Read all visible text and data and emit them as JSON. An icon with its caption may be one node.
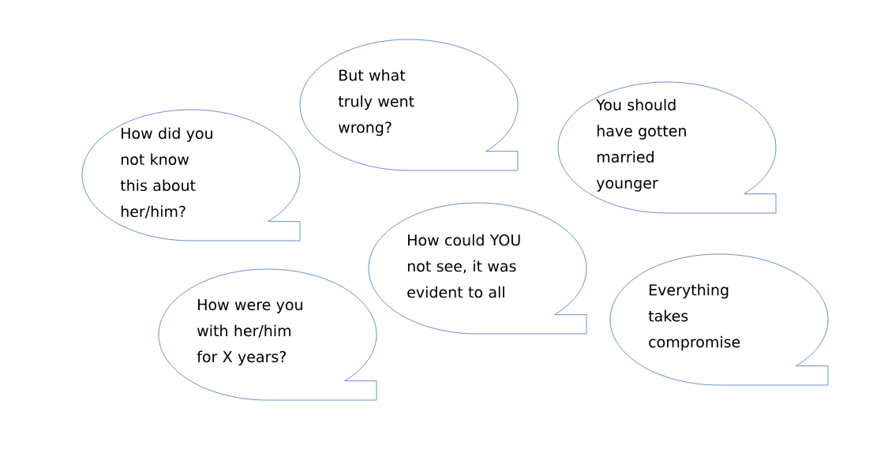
{
  "diagram": {
    "nodes": [
      {
        "text": [
          "How did you not know this about her/him?"
        ]
      },
      {
        "text": [
          "But what truly went wrong?"
        ]
      },
      {
        "text": [
          "You should have gotten married younger"
        ]
      },
      {
        "text": [
          "How could YOU not see, it was evident to all"
        ]
      },
      {
        "text": [
          "How were you with her/him for X years?"
        ]
      },
      {
        "text": [
          "Everything takes compromise"
        ]
      }
    ]
  }
}
